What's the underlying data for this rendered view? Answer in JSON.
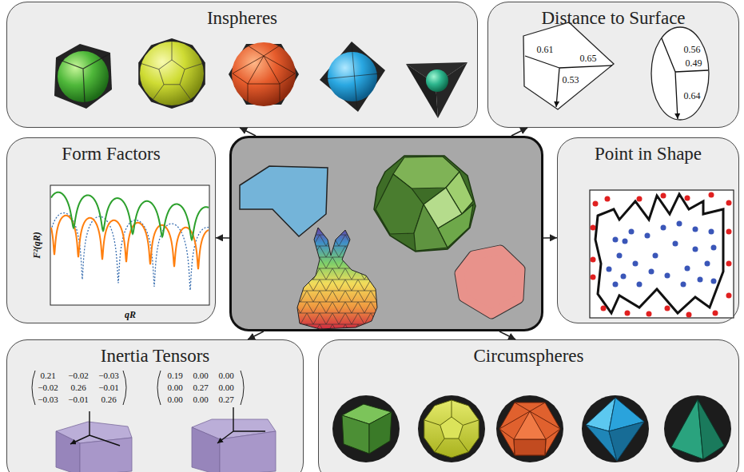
{
  "diagram": {
    "nodes": [
      {
        "text": [
          "Inspheres"
        ]
      },
      {
        "text": [
          "Distance to Surface"
        ]
      },
      {
        "text": [
          "Form Factors"
        ]
      },
      {
        "text": []
      },
      {
        "text": [
          "Point in Shape"
        ]
      },
      {
        "text": [
          "Inertia Tensors"
        ]
      },
      {
        "text": [
          "Circumspheres"
        ]
      }
    ],
    "edges": [
      {
        "from": 3,
        "to": 0,
        "arrow": "to"
      },
      {
        "from": 3,
        "to": 1,
        "arrow": "to"
      },
      {
        "from": 3,
        "to": 2,
        "arrow": "to"
      },
      {
        "from": 3,
        "to": 4,
        "arrow": "to"
      },
      {
        "from": 3,
        "to": 5,
        "arrow": "to"
      },
      {
        "from": 3,
        "to": 6,
        "arrow": "to"
      }
    ],
    "labels": [
      "0.61",
      "0.65",
      "0.53",
      "0.56",
      "0.49",
      "0.64",
      "F²(qR)",
      "qR",
      "0.21",
      "−0.02",
      "−0.03",
      "−0.02",
      "0.26",
      "−0.01",
      "−0.03",
      "−0.01",
      "0.26",
      "0.19",
      "0.00",
      "0.00",
      "0.00",
      "0.27",
      "0.00",
      "0.00",
      "0.00",
      "0.27"
    ]
  }
}
